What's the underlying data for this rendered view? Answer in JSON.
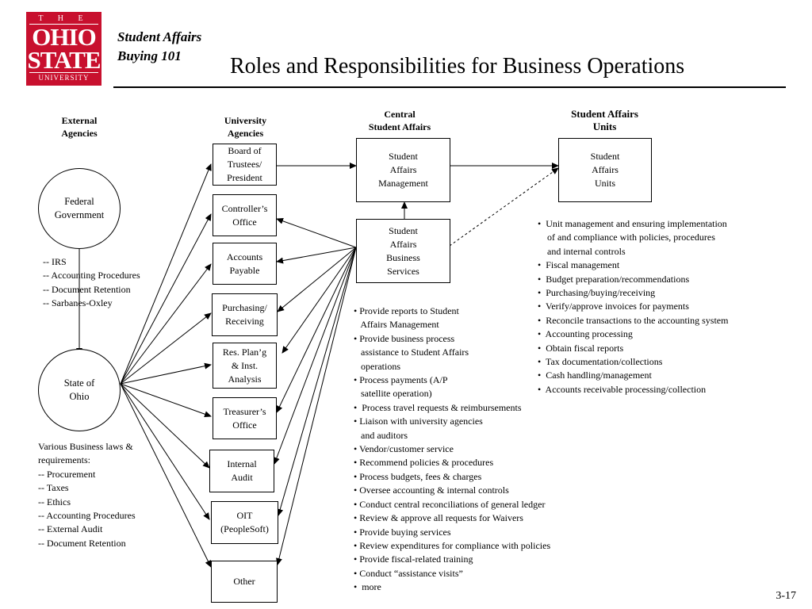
{
  "logo": {
    "line1": "T H E",
    "line2": "OHIO",
    "line3": "STATE",
    "line4": "UNIVERSITY"
  },
  "header": {
    "subtitle_line1": "Student Affairs",
    "subtitle_line2": "Buying 101",
    "title": "Roles and Responsibilities for Business Operations"
  },
  "columns": {
    "external": "External\nAgencies",
    "university": "University\nAgencies",
    "central": "Central\nStudent Affairs",
    "units": "Student Affairs\nUnits"
  },
  "external": {
    "federal": "Federal\nGovernment",
    "state": "State of\nOhio",
    "federal_notes": "-- IRS\n-- Accounting Procedures\n-- Document Retention\n-- Sarbanes-Oxley",
    "state_notes": "Various Business laws &\nrequirements:\n-- Procurement\n-- Taxes\n-- Ethics\n-- Accounting Procedures\n-- External Audit\n-- Document Retention"
  },
  "university_boxes": [
    "Board of\nTrustees/\nPresident",
    "Controller’s\nOffice",
    "Accounts\nPayable",
    "Purchasing/\nReceiving",
    "Res. Plan’g\n& Inst.\nAnalysis",
    "Treasurer’s\nOffice",
    "Internal\nAudit",
    "OIT\n(PeopleSoft)",
    "Other"
  ],
  "central_boxes": {
    "management": "Student\nAffairs\nManagement",
    "business": "Student\nAffairs\nBusiness\nServices"
  },
  "units_box": "Student\nAffairs\nUnits",
  "business_services_list": "• Provide reports to Student\n   Affairs Management\n• Provide business process\n   assistance to Student Affairs\n   operations\n• Process payments (A/P\n   satellite operation)\n•  Process travel requests & reimbursements\n• Liaison with university agencies\n   and auditors\n• Vendor/customer service\n• Recommend policies & procedures\n• Process budgets, fees & charges\n• Oversee accounting & internal controls\n• Conduct central reconciliations of general ledger\n• Review & approve all requests for Waivers\n• Provide buying services\n• Review expenditures for compliance with policies\n• Provide fiscal-related training\n• Conduct “assistance visits”\n•  more",
  "units_list": "•  Unit management and ensuring implementation\n    of and compliance with policies, procedures\n    and internal controls\n•  Fiscal management\n•  Budget preparation/recommendations\n•  Purchasing/buying/receiving\n•  Verify/approve invoices for payments\n•  Reconcile transactions to the accounting system\n•  Accounting processing\n•  Obtain fiscal reports\n•  Tax documentation/collections\n•  Cash handling/management\n•  Accounts receivable processing/collection",
  "page_number": "3-17"
}
